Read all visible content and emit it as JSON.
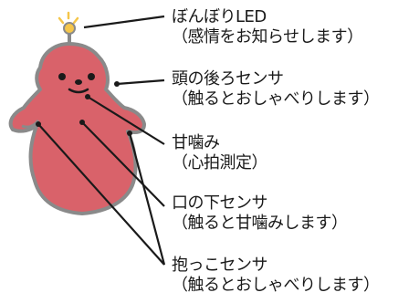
{
  "labels": {
    "led": {
      "title": "ぼんぼりLED",
      "desc": "（感情をお知らせします）"
    },
    "head": {
      "title": "頭の後ろセンサ",
      "desc": "（触るとおしゃべりします）"
    },
    "amagami": {
      "title": "甘噛み",
      "desc": "（心拍測定）"
    },
    "mouth": {
      "title": "口の下センサ",
      "desc": "（触ると甘噛みします）"
    },
    "hug": {
      "title": "抱っこセンサ",
      "desc": "（触るとおしゃべりします）"
    }
  },
  "colors": {
    "body": "#d9626a",
    "outline": "#8a8a8a",
    "led": "#f5c64a",
    "line": "#1a1a1a"
  }
}
